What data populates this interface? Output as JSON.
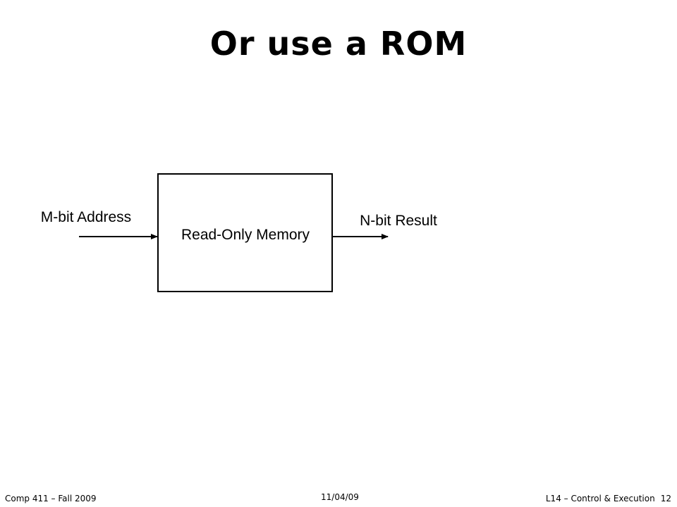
{
  "slide": {
    "title": "Or use a ROM"
  },
  "diagram": {
    "box_label": "Read-Only Memory",
    "input_label": "M-bit Address",
    "output_label": "N-bit Result"
  },
  "footer": {
    "course": "Comp 411 – Fall 2009",
    "date": "11/04/09",
    "lecture": "L14 – Control & Execution",
    "page": "12"
  }
}
